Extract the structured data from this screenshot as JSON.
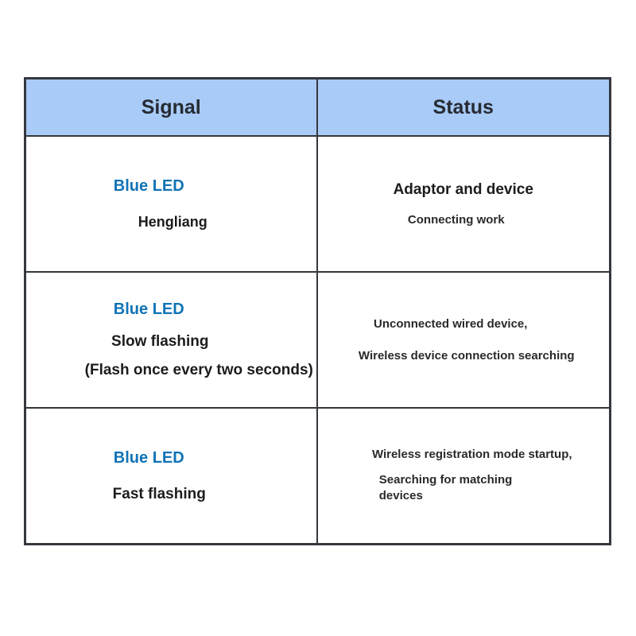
{
  "colors": {
    "header_bg": "#a9cbf7",
    "border": "#34383e",
    "header_text": "#262b33",
    "body_text": "#1c1c1e",
    "led_blue": "#1173b6"
  },
  "table": {
    "columns": [
      "Signal",
      "Status"
    ],
    "rows": [
      {
        "signal": {
          "led": "Blue LED",
          "state": "Hengliang"
        },
        "status": {
          "lines": [
            "Adaptor and device",
            "Connecting work"
          ]
        }
      },
      {
        "signal": {
          "led": "Blue LED",
          "state": "Slow flashing",
          "note": "(Flash once every two seconds)"
        },
        "status": {
          "lines": [
            "Unconnected wired device,",
            "Wireless device connection searching"
          ]
        }
      },
      {
        "signal": {
          "led": "Blue LED",
          "state": "Fast flashing"
        },
        "status": {
          "lines": [
            "Wireless registration mode startup,",
            "Searching for matching devices"
          ]
        }
      }
    ]
  }
}
